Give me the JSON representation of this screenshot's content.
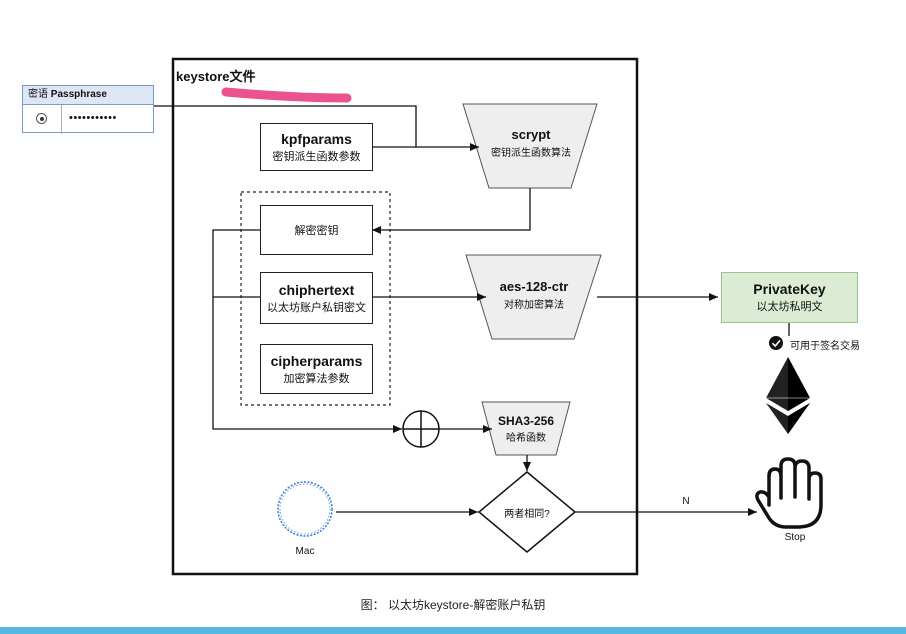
{
  "colors": {
    "accent_bar": "#57b7df",
    "privatekey_fill": "#dcecd4",
    "privatekey_border": "#9ac48a",
    "trapezoid_fill": "#eeeeee",
    "highlighter": "#e8357a",
    "key_badge_blue": "#3a7fd6",
    "key_badge_red": "#d8312e",
    "key_badge_green": "#7cc242"
  },
  "password_widget": {
    "label_prefix": "密语",
    "label_bold": "Passphrase",
    "value": "•••••••••••"
  },
  "keystore": {
    "title": "keystore文件"
  },
  "nodes": {
    "kpfparams": {
      "main": "kpfparams",
      "sub": "密钥派生函数参数"
    },
    "scrypt": {
      "main": "scrypt",
      "sub": "密钥派生函数算法"
    },
    "decrypt_key": {
      "sub": "解密密钥",
      "icon": "key-icon"
    },
    "ciphertext": {
      "main": "chiphertext",
      "sub": "以太坊账户私钥密文",
      "icon": "key-icon"
    },
    "cipherparams": {
      "main": "cipherparams",
      "sub": "加密算法参数"
    },
    "aes": {
      "main": "aes-128-ctr",
      "sub": "对称加密算法"
    },
    "privatekey": {
      "main": "PrivateKey",
      "sub": "以太坊私明文",
      "icon": "key-icon"
    },
    "sha": {
      "main": "SHA3-256",
      "sub": "哈希函数"
    },
    "compare": {
      "text": "两者相同?"
    },
    "mac": {
      "text": "Mac"
    },
    "stop": {
      "text": "Stop",
      "icon": "hand-stop-icon"
    },
    "sign_note": {
      "text": "可用于签名交易",
      "icon": "check-circle-icon"
    },
    "eth": {
      "icon": "ethereum-icon"
    },
    "xor": {
      "icon": "xor-icon"
    }
  },
  "edges": {
    "compare_to_stop": "N"
  },
  "caption": "图： 以太坊keystore-解密账户私钥"
}
